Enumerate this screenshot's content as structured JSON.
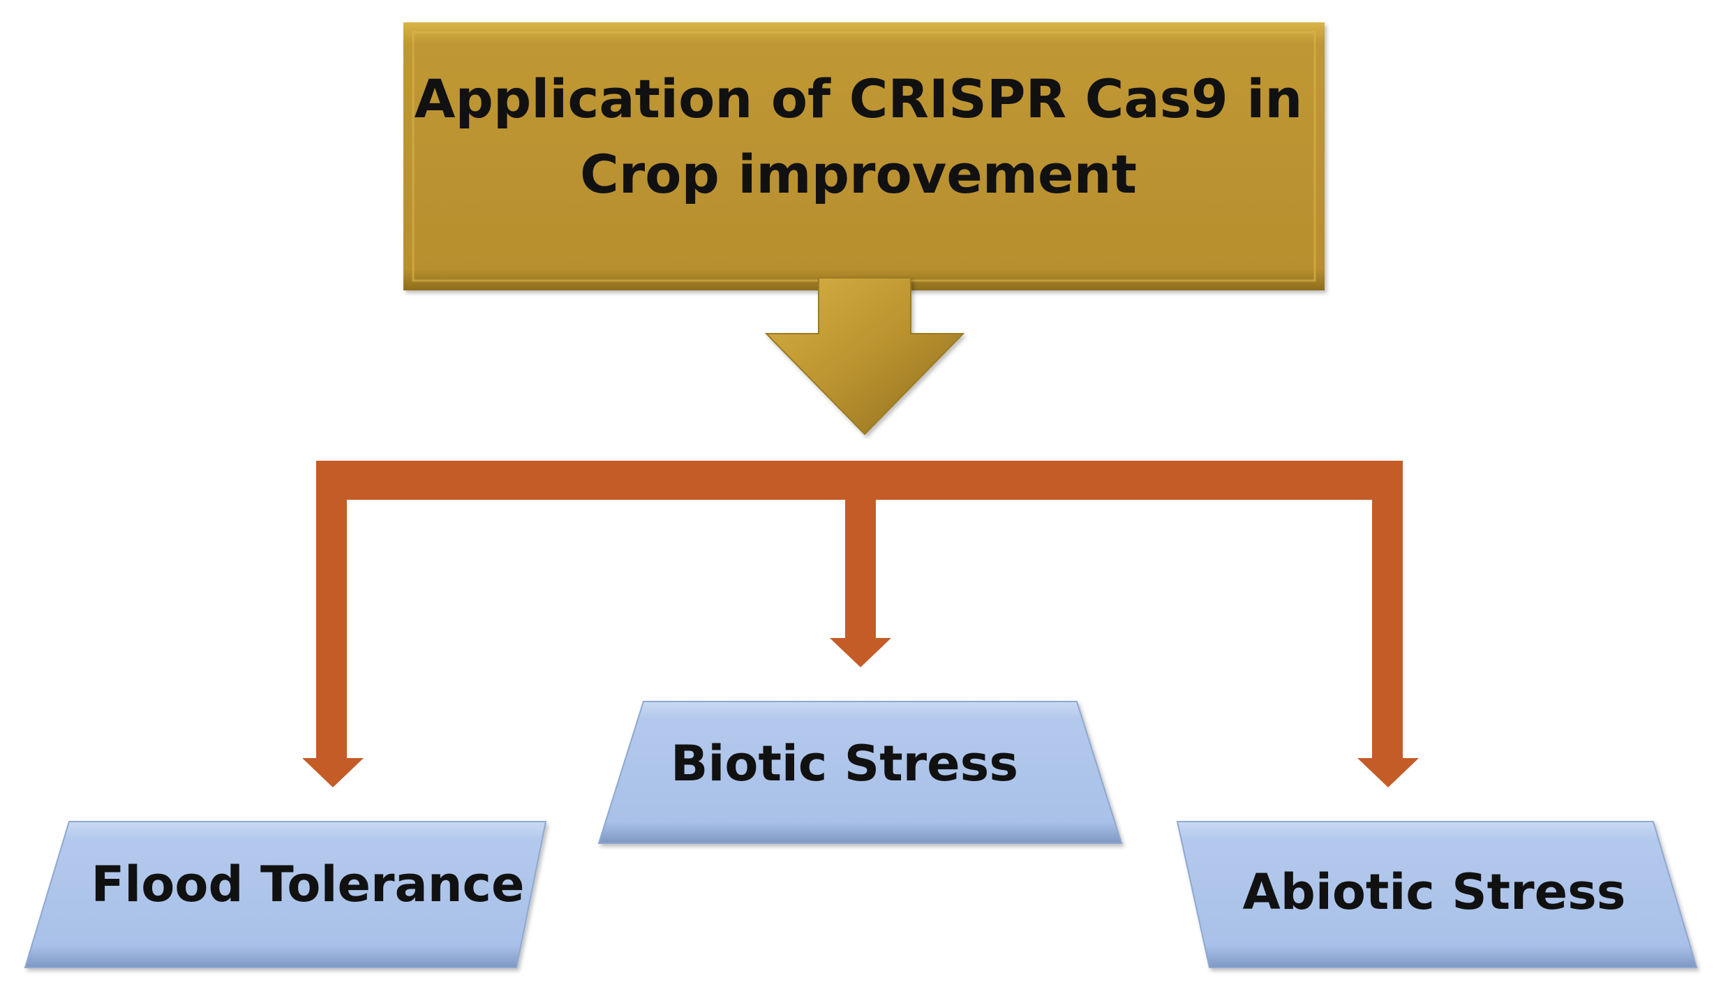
{
  "diagram": {
    "title_lines": [
      "Application of CRISPR Cas9 in",
      "Crop improvement"
    ],
    "nodes": {
      "flood": "Flood Tolerance",
      "biotic": "Biotic Stress",
      "abiotic": "Abiotic Stress"
    },
    "colors": {
      "title_fill": "#B89130",
      "connector": "#C45C28",
      "node_fill": "#AFC6EA"
    }
  }
}
